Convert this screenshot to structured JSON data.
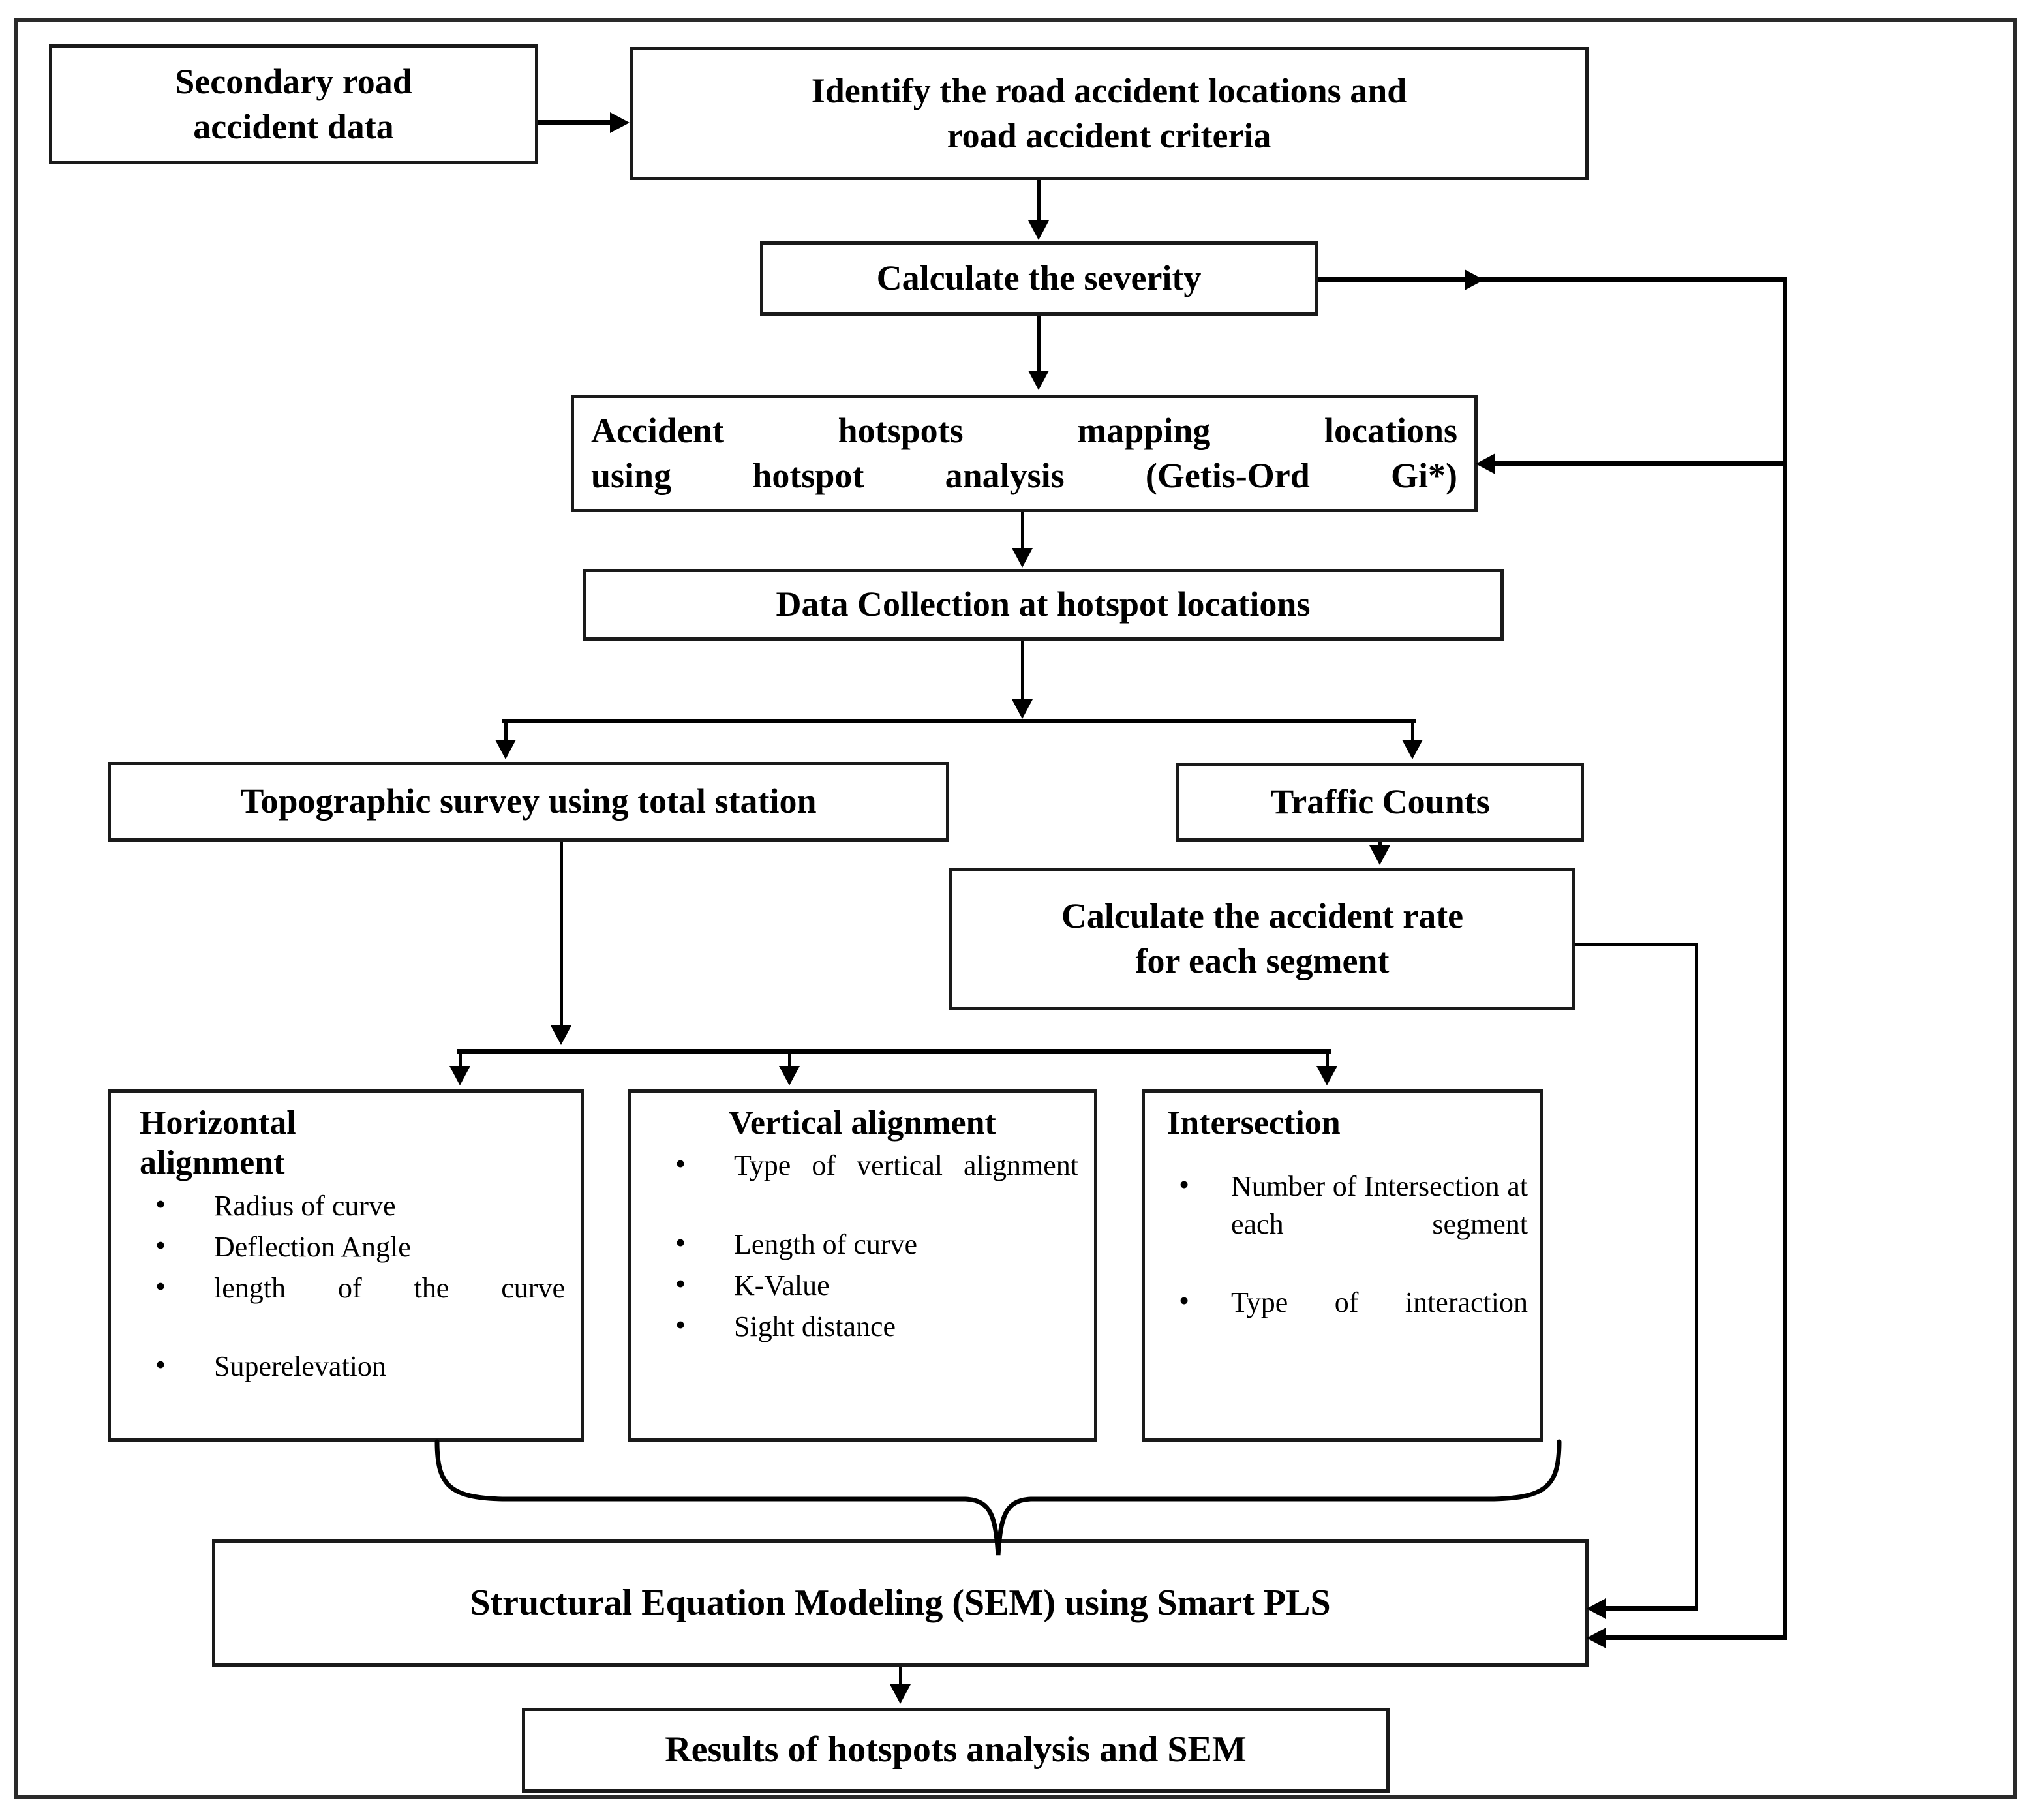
{
  "diagram": {
    "title_present": false,
    "nodes": {
      "secondary_data": "Secondary road accident data",
      "identify": "Identify the road accident locations and road accident criteria",
      "severity": "Calculate the severity",
      "hotspots": "Accident hotspots mapping locations using hotspot analysis (Getis-Ord Gi*)",
      "data_collection": "Data Collection at hotspot locations",
      "topo_survey": "Topographic survey using total station",
      "traffic_counts": "Traffic Counts",
      "accident_rate": "Calculate the accident rate for each segment",
      "sem": "Structural Equation Modeling (SEM) using Smart PLS",
      "results": "Results of hotspots analysis and SEM"
    },
    "node_lines": {
      "secondary_data": [
        "Secondary road",
        "accident data"
      ],
      "identify": [
        "Identify the road accident locations and",
        "road accident criteria"
      ],
      "hotspots": [
        "Accident hotspots mapping locations",
        "using hotspot analysis (Getis-Ord Gi*)"
      ],
      "accident_rate": [
        "Calculate the accident rate",
        "for each segment"
      ]
    },
    "groups": [
      {
        "key": "horizontal_alignment",
        "heading": "Horizontal alignment",
        "heading_lines": [
          "Horizontal",
          "alignment"
        ],
        "items": [
          "Radius of curve",
          "Deflection Angle",
          "length of the curve",
          "Superelevation"
        ]
      },
      {
        "key": "vertical_alignment",
        "heading": "Vertical alignment",
        "heading_lines": [
          "Vertical alignment"
        ],
        "items": [
          "Type of vertical alignment",
          "Length of curve",
          "K-Value",
          "Sight distance"
        ]
      },
      {
        "key": "intersection",
        "heading": "Intersection",
        "heading_lines": [
          "Intersection"
        ],
        "items": [
          "Number of Intersection at each segment",
          "Type of interaction"
        ]
      }
    ],
    "colors": {
      "stroke": "#000000",
      "frame": "#2a2a2a",
      "background": "#ffffff"
    }
  }
}
